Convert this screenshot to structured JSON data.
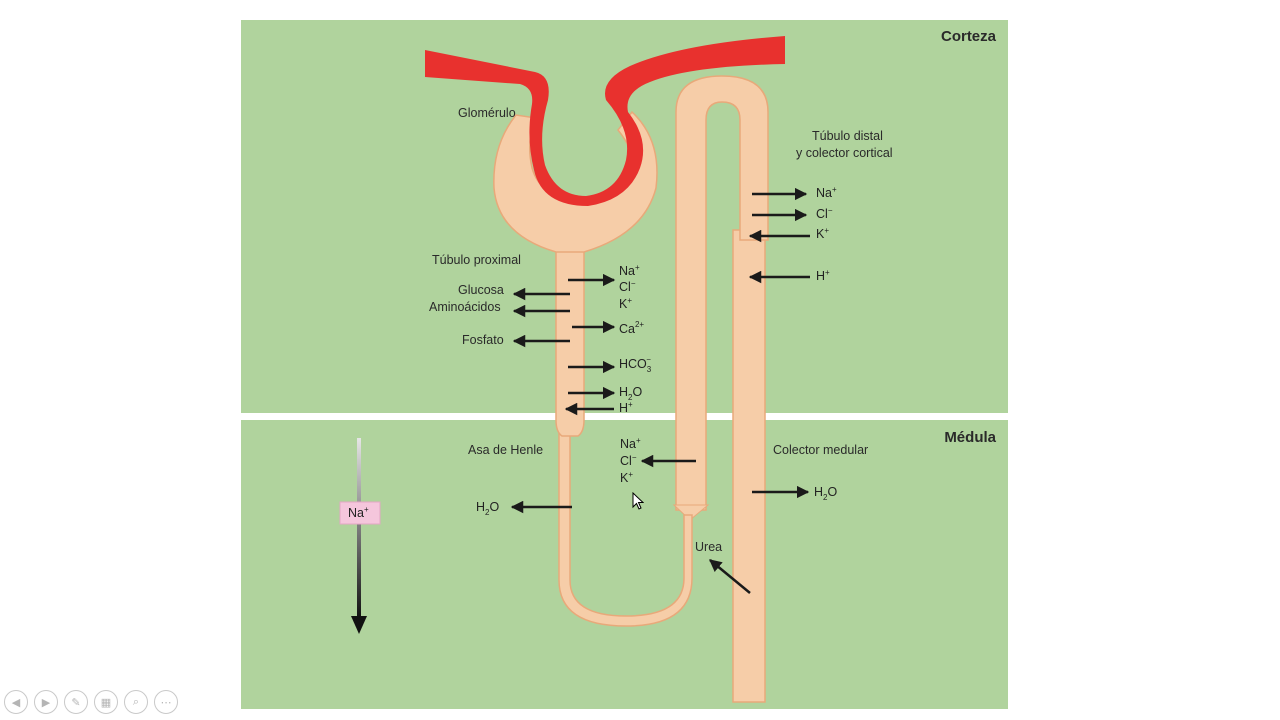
{
  "diagram": {
    "regions": {
      "cortex": "Corteza",
      "medulla": "Médula"
    },
    "labels": {
      "glomerulus": "Glomérulo",
      "proximal_tubule": "Túbulo proximal",
      "distal_tubule_line1": "Túbulo distal",
      "distal_tubule_line2": "y colector cortical",
      "loop_of_henle": "Asa de Henle",
      "medullary_collector": "Colector medular",
      "urea": "Urea"
    },
    "proximal": {
      "glucose": "Glucosa",
      "amino_acids": "Aminoácidos",
      "phosphate": "Fosfato",
      "na": "Na",
      "na_sup": "+",
      "cl": "Cl",
      "cl_sup": "−",
      "k": "K",
      "k_sup": "+",
      "ca": "Ca",
      "ca_sup": "2+",
      "hco3": "HCO",
      "hco3_sub": "3",
      "hco3_sup": "−",
      "h2o_h": "H",
      "h2o_sub": "2",
      "h2o_o": "O",
      "h": "H",
      "h_sup": "+"
    },
    "distal": {
      "na": "Na",
      "na_sup": "+",
      "cl": "Cl",
      "cl_sup": "−",
      "k": "K",
      "k_sup": "+",
      "h": "H",
      "h_sup": "+"
    },
    "henle": {
      "h2o_h": "H",
      "h2o_sub": "2",
      "h2o_o": "O",
      "na": "Na",
      "na_sup": "+",
      "cl": "Cl",
      "cl_sup": "−",
      "k": "K",
      "k_sup": "+"
    },
    "collector": {
      "h2o_h": "H",
      "h2o_sub": "2",
      "h2o_o": "O"
    },
    "gradient": {
      "na": "Na",
      "na_sup": "+"
    },
    "colors": {
      "background_green": "#b0d39d",
      "tubule_fill": "#f6cda8",
      "tubule_stroke": "#e8a97a",
      "vessel_red": "#e8312e",
      "divider_white": "#ffffff",
      "arrow_black": "#1a1a1a",
      "na_badge": "#f5c6dc"
    }
  },
  "player": {
    "controls": [
      {
        "icon": "previous-icon",
        "glyph": "◀"
      },
      {
        "icon": "next-icon",
        "glyph": "▶"
      },
      {
        "icon": "pen-icon",
        "glyph": "✎"
      },
      {
        "icon": "slides-icon",
        "glyph": "▦"
      },
      {
        "icon": "zoom-icon",
        "glyph": "⌕"
      },
      {
        "icon": "more-icon",
        "glyph": "⋯"
      }
    ]
  }
}
